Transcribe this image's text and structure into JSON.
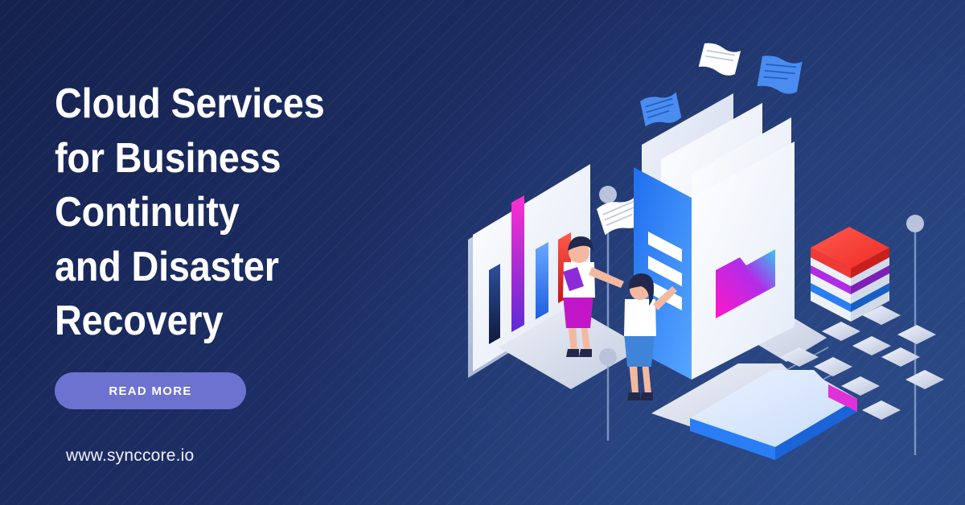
{
  "banner": {
    "background_color_dark": "#15224f",
    "background_color_light": "#27447f",
    "headline": "Cloud Services\nfor Business\nContinuity\nand Disaster Recovery",
    "cta_label": "READ MORE",
    "cta_color": "#6d71cf",
    "url": "www.synccore.io"
  },
  "illustration": {
    "name": "isometric-cloud-backup-scene",
    "accent_magenta": "#e030d8",
    "accent_blue": "#2a7ef5",
    "accent_red": "#f5322e",
    "chart_screen": {
      "name": "bar-chart-screen",
      "bars": [
        {
          "name": "bar-navy",
          "color_top": "#2c4f9e",
          "color_bottom": "#101a3c",
          "height": 0.62
        },
        {
          "name": "bar-magenta",
          "color_top": "#ff2fd0",
          "color_bottom": "#5b2bd6",
          "height": 1.0
        },
        {
          "name": "bar-blue",
          "color_top": "#6aa8ff",
          "color_bottom": "#1d5fe0",
          "height": 0.48
        },
        {
          "name": "bar-red",
          "color_top": "#ff5a4d",
          "color_bottom": "#d01818",
          "height": 0.38
        }
      ]
    },
    "folder": {
      "name": "open-folder-with-documents",
      "spine_color": "#2a7ef5",
      "bars_count": 3,
      "icon_name": "folder-glyph",
      "icon_gradient_from": "#ff2fd0",
      "icon_gradient_to": "#32c8f5"
    },
    "papers": [
      {
        "name": "paper-white-left",
        "color": "#ffffff"
      },
      {
        "name": "paper-blue-mid",
        "color": "#4a8cf0"
      },
      {
        "name": "paper-white-top",
        "color": "#ffffff"
      },
      {
        "name": "paper-blue-right",
        "color": "#4a8cf0"
      }
    ],
    "stack": {
      "name": "layered-storage-stack",
      "layers": [
        {
          "name": "layer-red",
          "color": "#f5322e"
        },
        {
          "name": "layer-purple",
          "color": "#9b2be0"
        },
        {
          "name": "layer-blue",
          "color": "#2a7ef5"
        }
      ]
    },
    "nodes": {
      "name": "flowchart-node-grid",
      "count": 12,
      "color": "#cdd4e6"
    },
    "document_card": {
      "name": "document-card-stack",
      "edge_color": "#2a7ef5",
      "accent_color": "#e030d8"
    },
    "people": [
      {
        "name": "person-left",
        "top": "#ffffff",
        "skirt": "#c217c9",
        "holding": "purple-tablet"
      },
      {
        "name": "person-right",
        "top": "#ffffff",
        "skirt": "#3f84d8"
      }
    ],
    "pins": [
      {
        "name": "pin-center"
      },
      {
        "name": "pin-lower-left"
      },
      {
        "name": "pin-right"
      }
    ]
  }
}
